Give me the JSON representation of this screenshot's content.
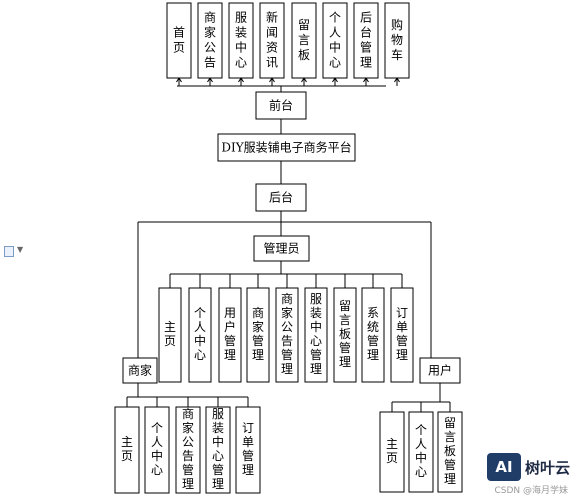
{
  "diagram": {
    "front_modules": [
      "首页",
      "商家公告",
      "服装中心",
      "新闻资讯",
      "留言板",
      "个人中心",
      "后台管理",
      "购物车"
    ],
    "front_label": "前台",
    "platform_label": "DIY服装铺电子商务平台",
    "backend_label": "后台",
    "admin": {
      "label": "管理员",
      "modules": [
        "主页",
        "个人中心",
        "用户管理",
        "商家管理",
        "商家公告管理",
        "服装中心管理",
        "留言板管理",
        "系统管理",
        "订单管理"
      ]
    },
    "merchant": {
      "label": "商家",
      "modules": [
        "主页",
        "个人中心",
        "商家公告管理",
        "服装中心管理",
        "订单管理"
      ]
    },
    "user": {
      "label": "用户",
      "modules": [
        "主页",
        "个人中心",
        "留言板管理"
      ]
    }
  },
  "watermark": {
    "logo_text": "AI",
    "brand_text": "树叶云",
    "credit_text": "CSDN @海月学妹"
  }
}
